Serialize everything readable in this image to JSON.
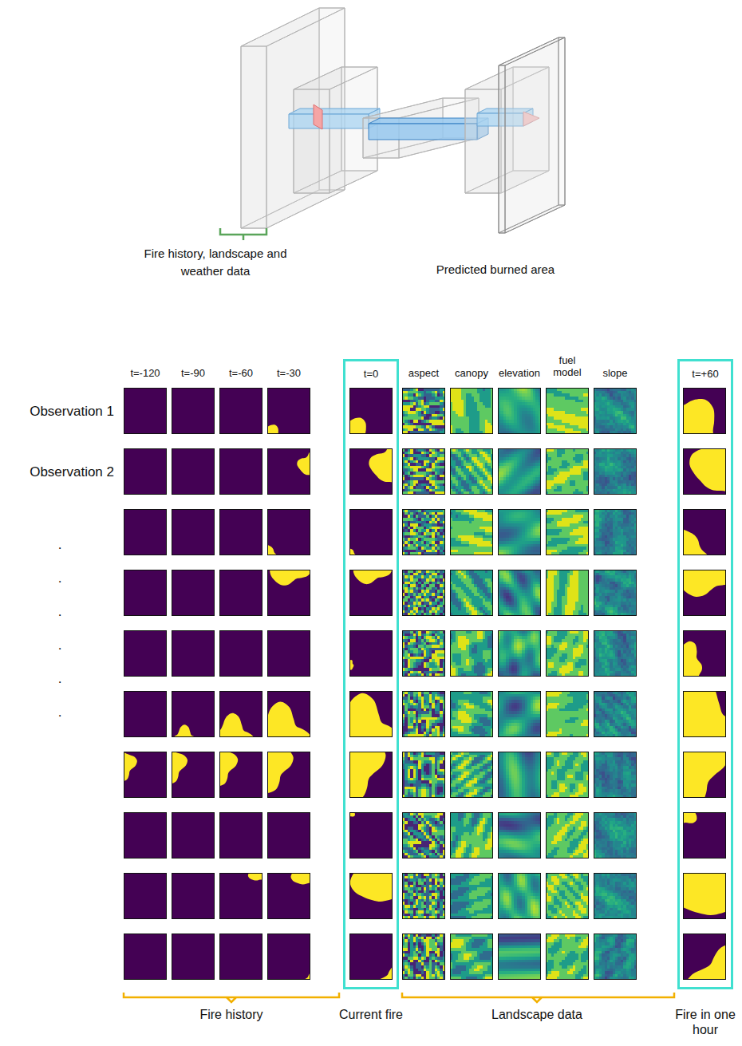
{
  "diagram": {
    "nodes": [
      {
        "text": [
          "t=0",
          "Current fire"
        ]
      },
      {
        "text": [
          "t=+60",
          "Fire in one hour"
        ]
      }
    ],
    "labels": [
      "Fire history, landscape and weather data",
      "Predicted burned area",
      "t=-120",
      "t=-90",
      "t=-60",
      "t=-30",
      "aspect",
      "canopy",
      "elevation",
      "fuel model",
      "slope",
      "Observation 1",
      "Observation 2",
      ".",
      ".",
      ".",
      ".",
      ".",
      ".",
      "Fire history",
      "Landscape data"
    ]
  }
}
